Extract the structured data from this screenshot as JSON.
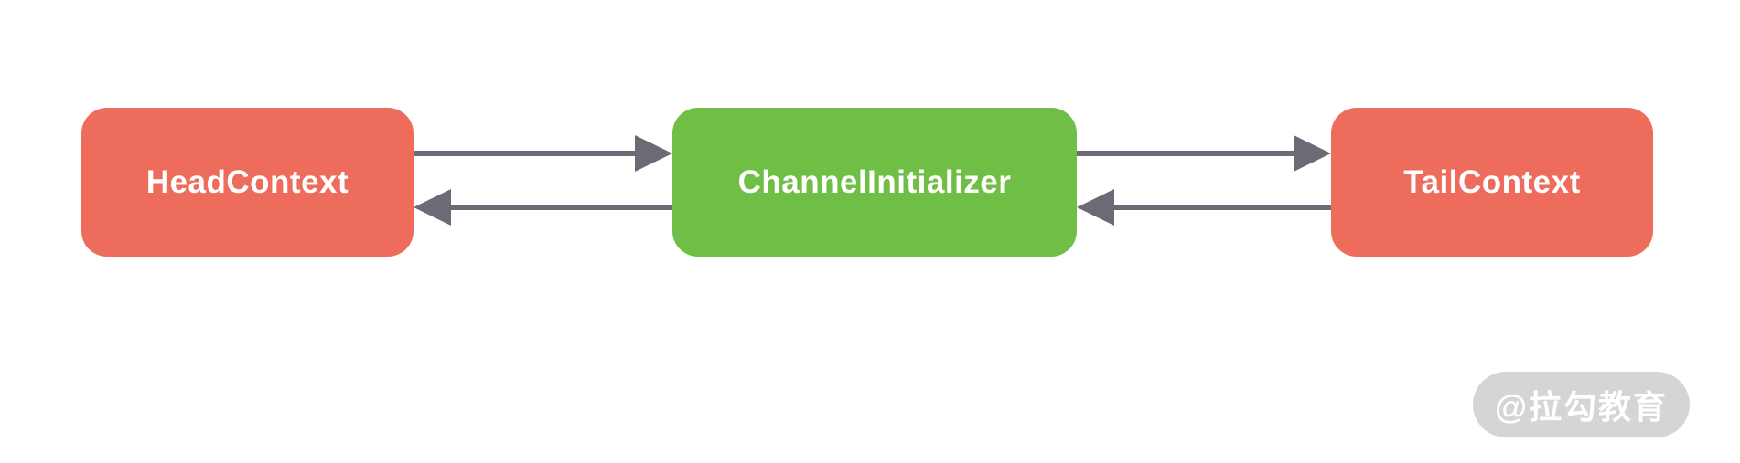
{
  "diagram": {
    "background": "#FFFFFF",
    "nodes": [
      {
        "id": "head-context",
        "label": "HeadContext",
        "fill": "#ED6C5C",
        "text_color": "#FFFFFF"
      },
      {
        "id": "channel-initializer",
        "label": "ChannelInitializer",
        "fill": "#6FBE45",
        "text_color": "#FFFFFF"
      },
      {
        "id": "tail-context",
        "label": "TailContext",
        "fill": "#ED6C5C",
        "text_color": "#FFFFFF"
      }
    ],
    "edges": [
      {
        "from": "HeadContext",
        "to": "ChannelInitializer",
        "direction": "right"
      },
      {
        "from": "ChannelInitializer",
        "to": "HeadContext",
        "direction": "left"
      },
      {
        "from": "ChannelInitializer",
        "to": "TailContext",
        "direction": "right"
      },
      {
        "from": "TailContext",
        "to": "ChannelInitializer",
        "direction": "left"
      }
    ],
    "arrow_color": "#6B6B75"
  },
  "watermark": {
    "text": "@拉勾教育",
    "pill_color": "#D5D5D5",
    "text_color": "#FFFFFF"
  }
}
